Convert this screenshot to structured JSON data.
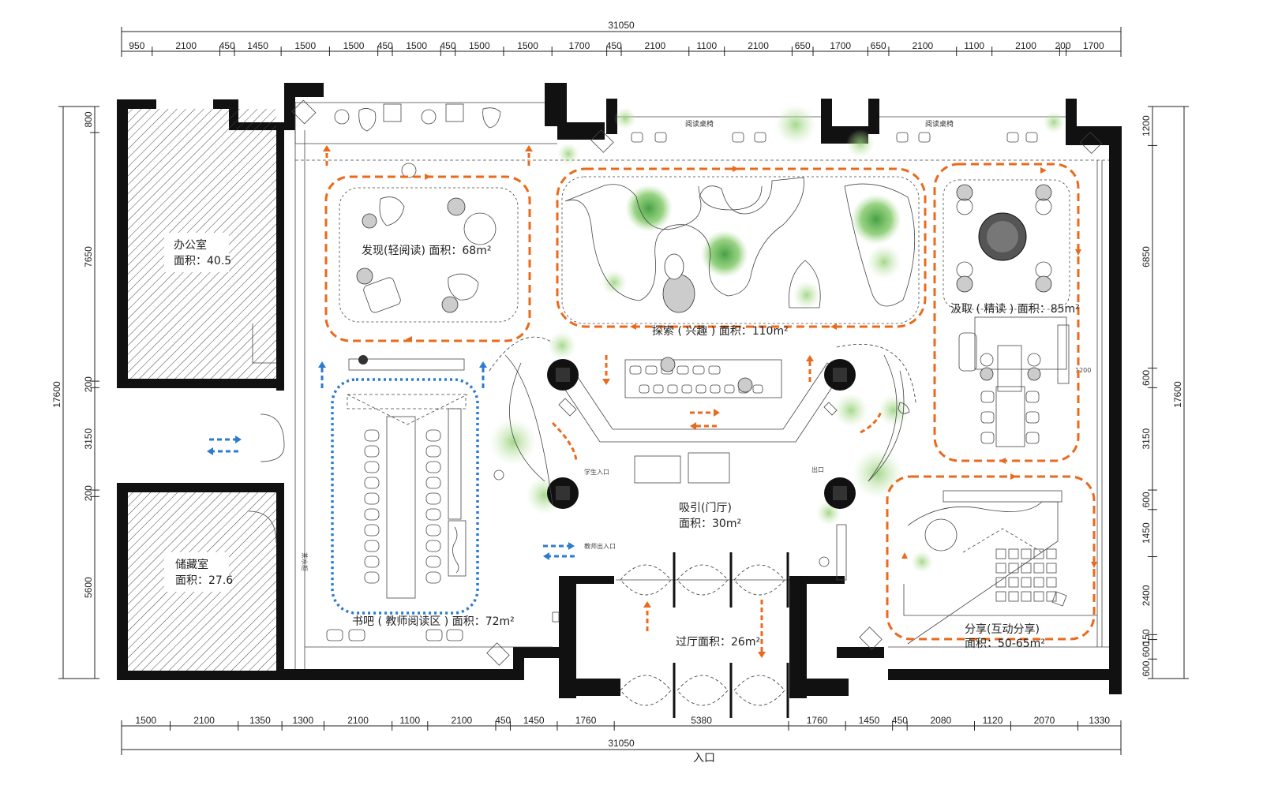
{
  "colors": {
    "wall": "#111111",
    "circulation_orange": "#ea6a1c",
    "circulation_blue": "#2b7bd0",
    "plant_green": "#6bbf4e"
  },
  "dimensions": {
    "total_width_top": "31050",
    "total_width_bottom": "31050",
    "total_height_left": "17600",
    "total_height_right": "17600",
    "top_segments": [
      "950",
      "2100",
      "450",
      "1450",
      "1500",
      "1500",
      "450",
      "1500",
      "450",
      "1500",
      "1500",
      "1700",
      "450",
      "2100",
      "1100",
      "2100",
      "650",
      "1700",
      "650",
      "2100",
      "1100",
      "2100",
      "200",
      "1700"
    ],
    "bottom_segments": [
      "1500",
      "2100",
      "1350",
      "1300",
      "2100",
      "1100",
      "2100",
      "450",
      "1450",
      "1760",
      "5380",
      "1760",
      "1450",
      "450",
      "2080",
      "1120",
      "2070",
      "1330"
    ],
    "left_segments": [
      "800",
      "7650",
      "200",
      "3150",
      "200",
      "5600"
    ],
    "right_segments": [
      "1200",
      "6850",
      "600",
      "3150",
      "600",
      "1450",
      "2400",
      "150",
      "600",
      "600"
    ],
    "inner_note": "1200"
  },
  "rooms": {
    "office": {
      "name": "办公室",
      "area": "面积：40.5"
    },
    "storage": {
      "name": "储藏室",
      "area": "面积：27.6"
    },
    "discover": {
      "label": "发现(轻阅读) 面积：68m²"
    },
    "explore": {
      "label": "探索 ( 兴趣 ) 面积：110m²"
    },
    "absorb": {
      "label": "汲取 ( 精读 ) 面积：85m²"
    },
    "bookbar": {
      "label": "书吧 ( 教师阅读区 ) 面积：72m²"
    },
    "lobby": {
      "name": "吸引(门厅)",
      "area": "面积：30m²"
    },
    "hall": {
      "label": "过厅面积：26m²"
    },
    "share": {
      "name": "分享(互动分享)",
      "area": "面积：50-65m²"
    }
  },
  "small_labels": {
    "reading_bench_1": "阅读桌椅",
    "reading_bench_2": "阅读桌椅",
    "student_entrance": "学生入口",
    "exit": "出口",
    "teacher_entrance": "教师出入口",
    "water_bar": "茶水柜",
    "entrance": "入口"
  }
}
